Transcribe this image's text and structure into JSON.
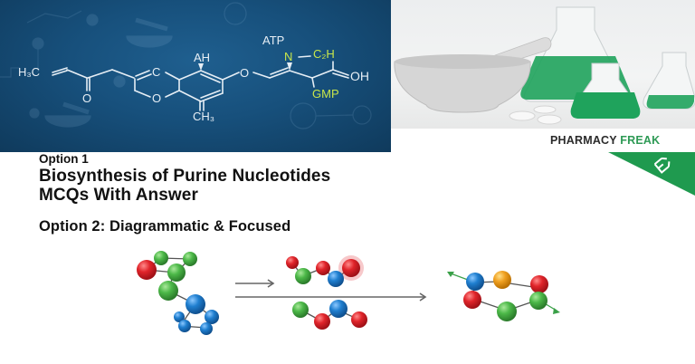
{
  "hero": {
    "labels": {
      "h3c": "H₃C",
      "c": "C",
      "o_ketone": "O",
      "o_ring": "O",
      "ah": "AH",
      "ch3": "CH₃",
      "o_ether": "O",
      "atp": "ATP",
      "n": "N",
      "c2h": "C₂H",
      "oh": "OH",
      "gmp": "GMP"
    },
    "colors": {
      "background": "#17507c",
      "bond": "#e6eef5",
      "highlight": "#c8e64a"
    }
  },
  "photo": {
    "description": "mortar and pestle with green-liquid laboratory flasks and tablets",
    "colors": {
      "liquid": "#1fa35c",
      "background": "#eceeef"
    }
  },
  "brand": {
    "part1": "PHARMACY",
    "part2": "FREAK",
    "accent_color": "#2e9a55",
    "corner_icon": "logo-icon"
  },
  "content": {
    "option1_label": "Option 1",
    "title_line1": "Biosynthesis of Purine Nucleotides",
    "title_line2": "MCQs With Answer",
    "option2_label": "Option 2: Diagrammatic & Focused"
  },
  "diagram": {
    "atom_colors": {
      "red": "#d8232a",
      "green": "#4cb848",
      "blue": "#1f7fd0",
      "orange": "#f0a020"
    },
    "arrows": [
      "short-arrow",
      "long-arrow"
    ]
  }
}
